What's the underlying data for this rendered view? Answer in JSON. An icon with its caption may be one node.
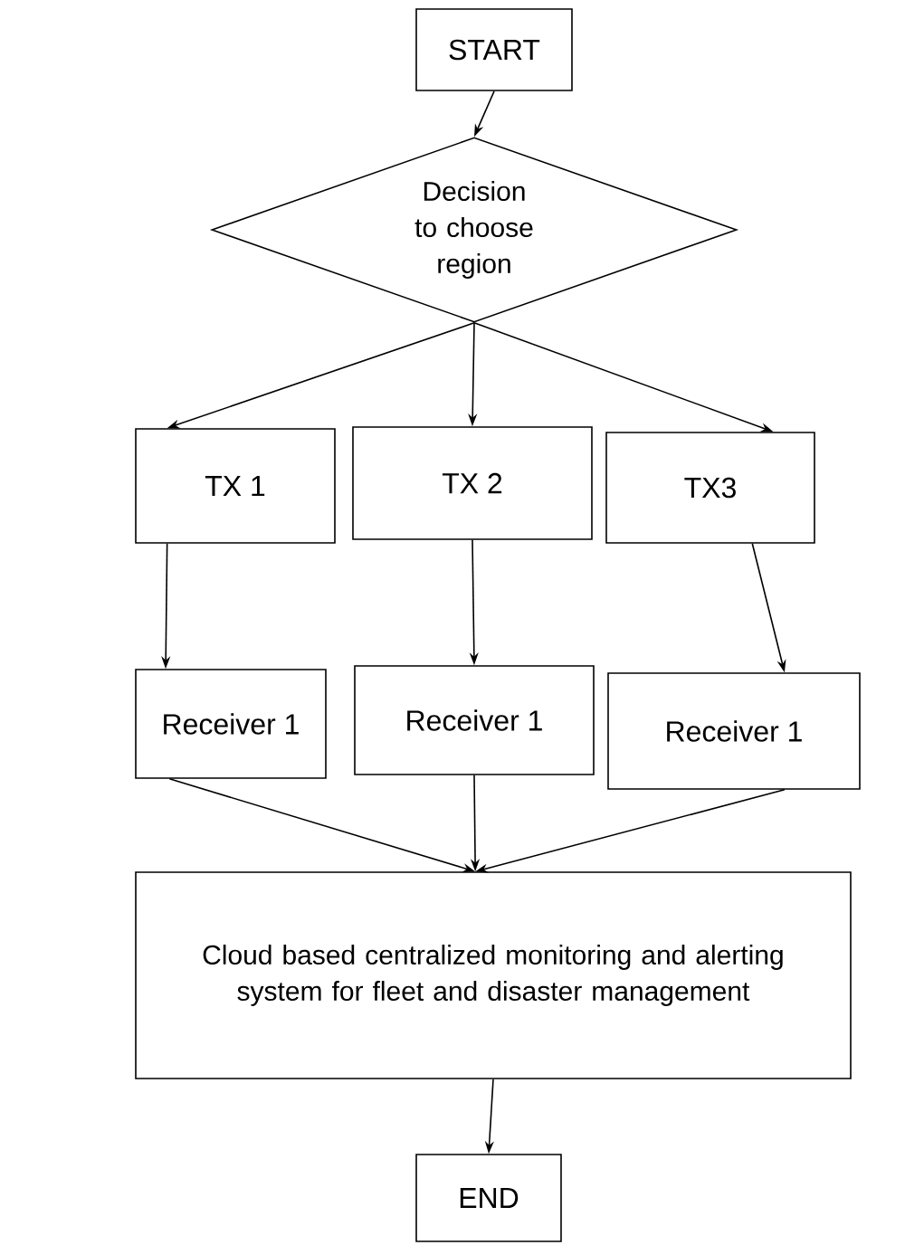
{
  "diagram": {
    "nodes": [
      {
        "text": [
          "START"
        ]
      },
      {
        "text": [
          "Decision to choose region"
        ]
      },
      {
        "text": [
          "TX 1"
        ]
      },
      {
        "text": [
          "TX 2"
        ]
      },
      {
        "text": [
          "TX3"
        ]
      },
      {
        "text": [
          "Receiver 1"
        ]
      },
      {
        "text": [
          "Receiver 1"
        ]
      },
      {
        "text": [
          "Receiver 1"
        ]
      },
      {
        "text": [
          "Cloud based centralized monitoring and alerting system for fleet and disaster management"
        ]
      },
      {
        "text": [
          "END"
        ]
      }
    ],
    "edges": [
      {
        "from": 0,
        "to": 1,
        "arrow": "to"
      },
      {
        "from": 1,
        "to": 2,
        "arrow": "to"
      },
      {
        "from": 1,
        "to": 3,
        "arrow": "to"
      },
      {
        "from": 1,
        "to": 4,
        "arrow": "to"
      },
      {
        "from": 2,
        "to": 5,
        "arrow": "to"
      },
      {
        "from": 3,
        "to": 6,
        "arrow": "to"
      },
      {
        "from": 4,
        "to": 7,
        "arrow": "to"
      },
      {
        "from": 5,
        "to": 8,
        "arrow": "to"
      },
      {
        "from": 6,
        "to": 8,
        "arrow": "to"
      },
      {
        "from": 7,
        "to": 8,
        "arrow": "to"
      },
      {
        "from": 8,
        "to": 9,
        "arrow": "to"
      }
    ]
  }
}
